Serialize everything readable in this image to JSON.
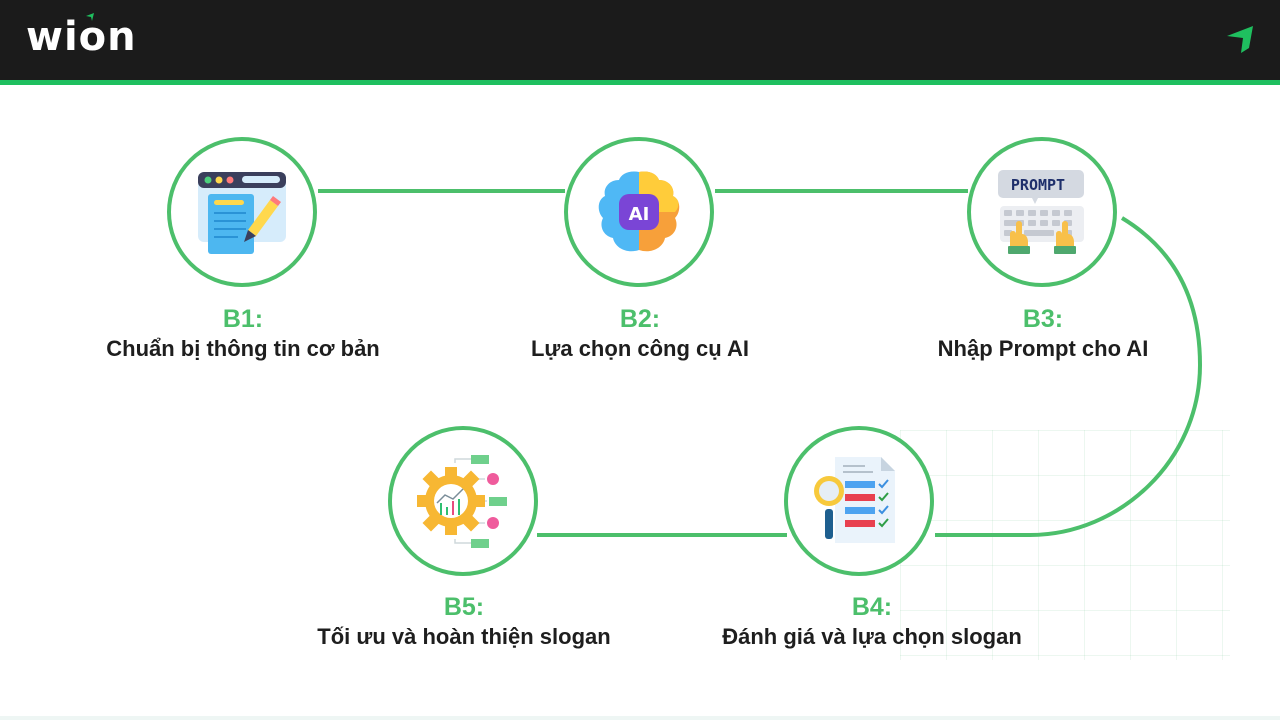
{
  "header": {
    "logo_text": "wion",
    "colors": {
      "background": "#1b1b1b",
      "accent": "#1fbf5f"
    }
  },
  "diagram": {
    "line_color": "#4cbf6b",
    "steps": [
      {
        "num": "B1:",
        "title": "Chuẩn bị thông tin cơ bản",
        "icon": "document-edit-icon"
      },
      {
        "num": "B2:",
        "title": "Lựa chọn công cụ AI",
        "icon": "ai-brain-icon",
        "icon_text": "AI"
      },
      {
        "num": "B3:",
        "title": "Nhập Prompt cho AI",
        "icon": "prompt-keyboard-icon",
        "icon_text": "PROMPT"
      },
      {
        "num": "B4:",
        "title": "Đánh giá và lựa chọn slogan",
        "icon": "checklist-magnifier-icon"
      },
      {
        "num": "B5:",
        "title": "Tối ưu và hoàn thiện slogan",
        "icon": "gear-chart-icon"
      }
    ]
  }
}
